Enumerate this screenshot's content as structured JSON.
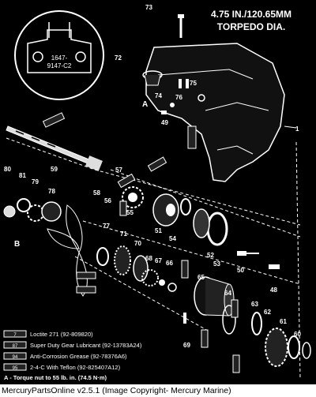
{
  "header": {
    "line1": "4.75 IN./120.65MM",
    "line2": "TORPEDO DIA."
  },
  "inset_label": {
    "line1": "1647-",
    "line2": "9147-C2"
  },
  "callouts": [
    "73",
    "72",
    "74",
    "75",
    "76",
    "A",
    "49",
    "1",
    "59",
    "57",
    "58",
    "56",
    "55",
    "51",
    "54",
    "80",
    "81",
    "79",
    "78",
    "B",
    "77",
    "71",
    "70",
    "68",
    "67",
    "66",
    "52",
    "53",
    "65",
    "50",
    "48",
    "64",
    "63",
    "62",
    "61",
    "60",
    "69"
  ],
  "legend": [
    {
      "code": "7",
      "text": "Loctite 271 (92-809820)"
    },
    {
      "code": "87",
      "text": "Super Duty Gear Lubricant (92-13783A24)"
    },
    {
      "code": "94",
      "text": "Anti-Corrosion Grease (92-78376A6)"
    },
    {
      "code": "95",
      "text": "2-4-C With Teflon (92-825407A12)"
    }
  ],
  "torque_note": "A - Torque nut to 55 lb. in. (74.5 N·m)",
  "footer_caption": "MercuryPartsOnline v2.5.1 (Image Copyright- Mercury Marine)"
}
